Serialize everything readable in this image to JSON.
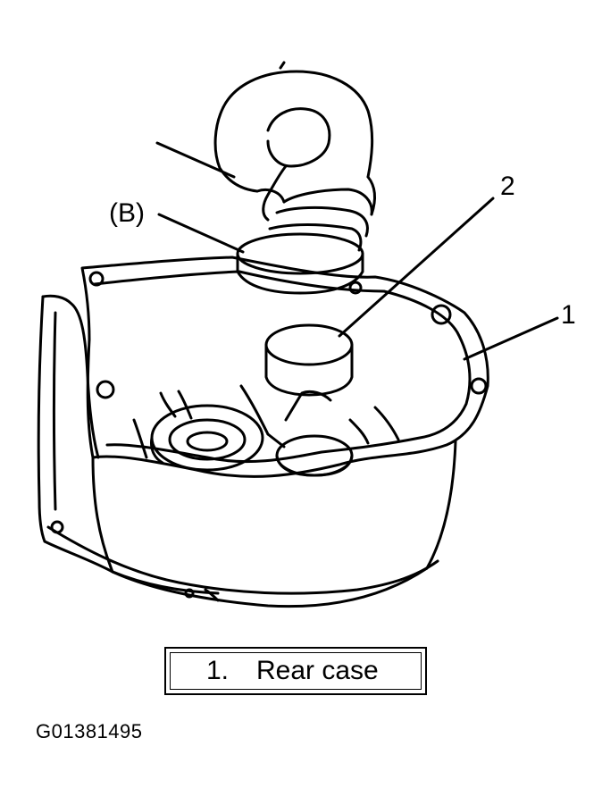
{
  "callouts": {
    "b": "(B)",
    "two": "2",
    "one": "1"
  },
  "legend": {
    "number": "1.",
    "text": "Rear case"
  },
  "figure_id": "G01381495"
}
